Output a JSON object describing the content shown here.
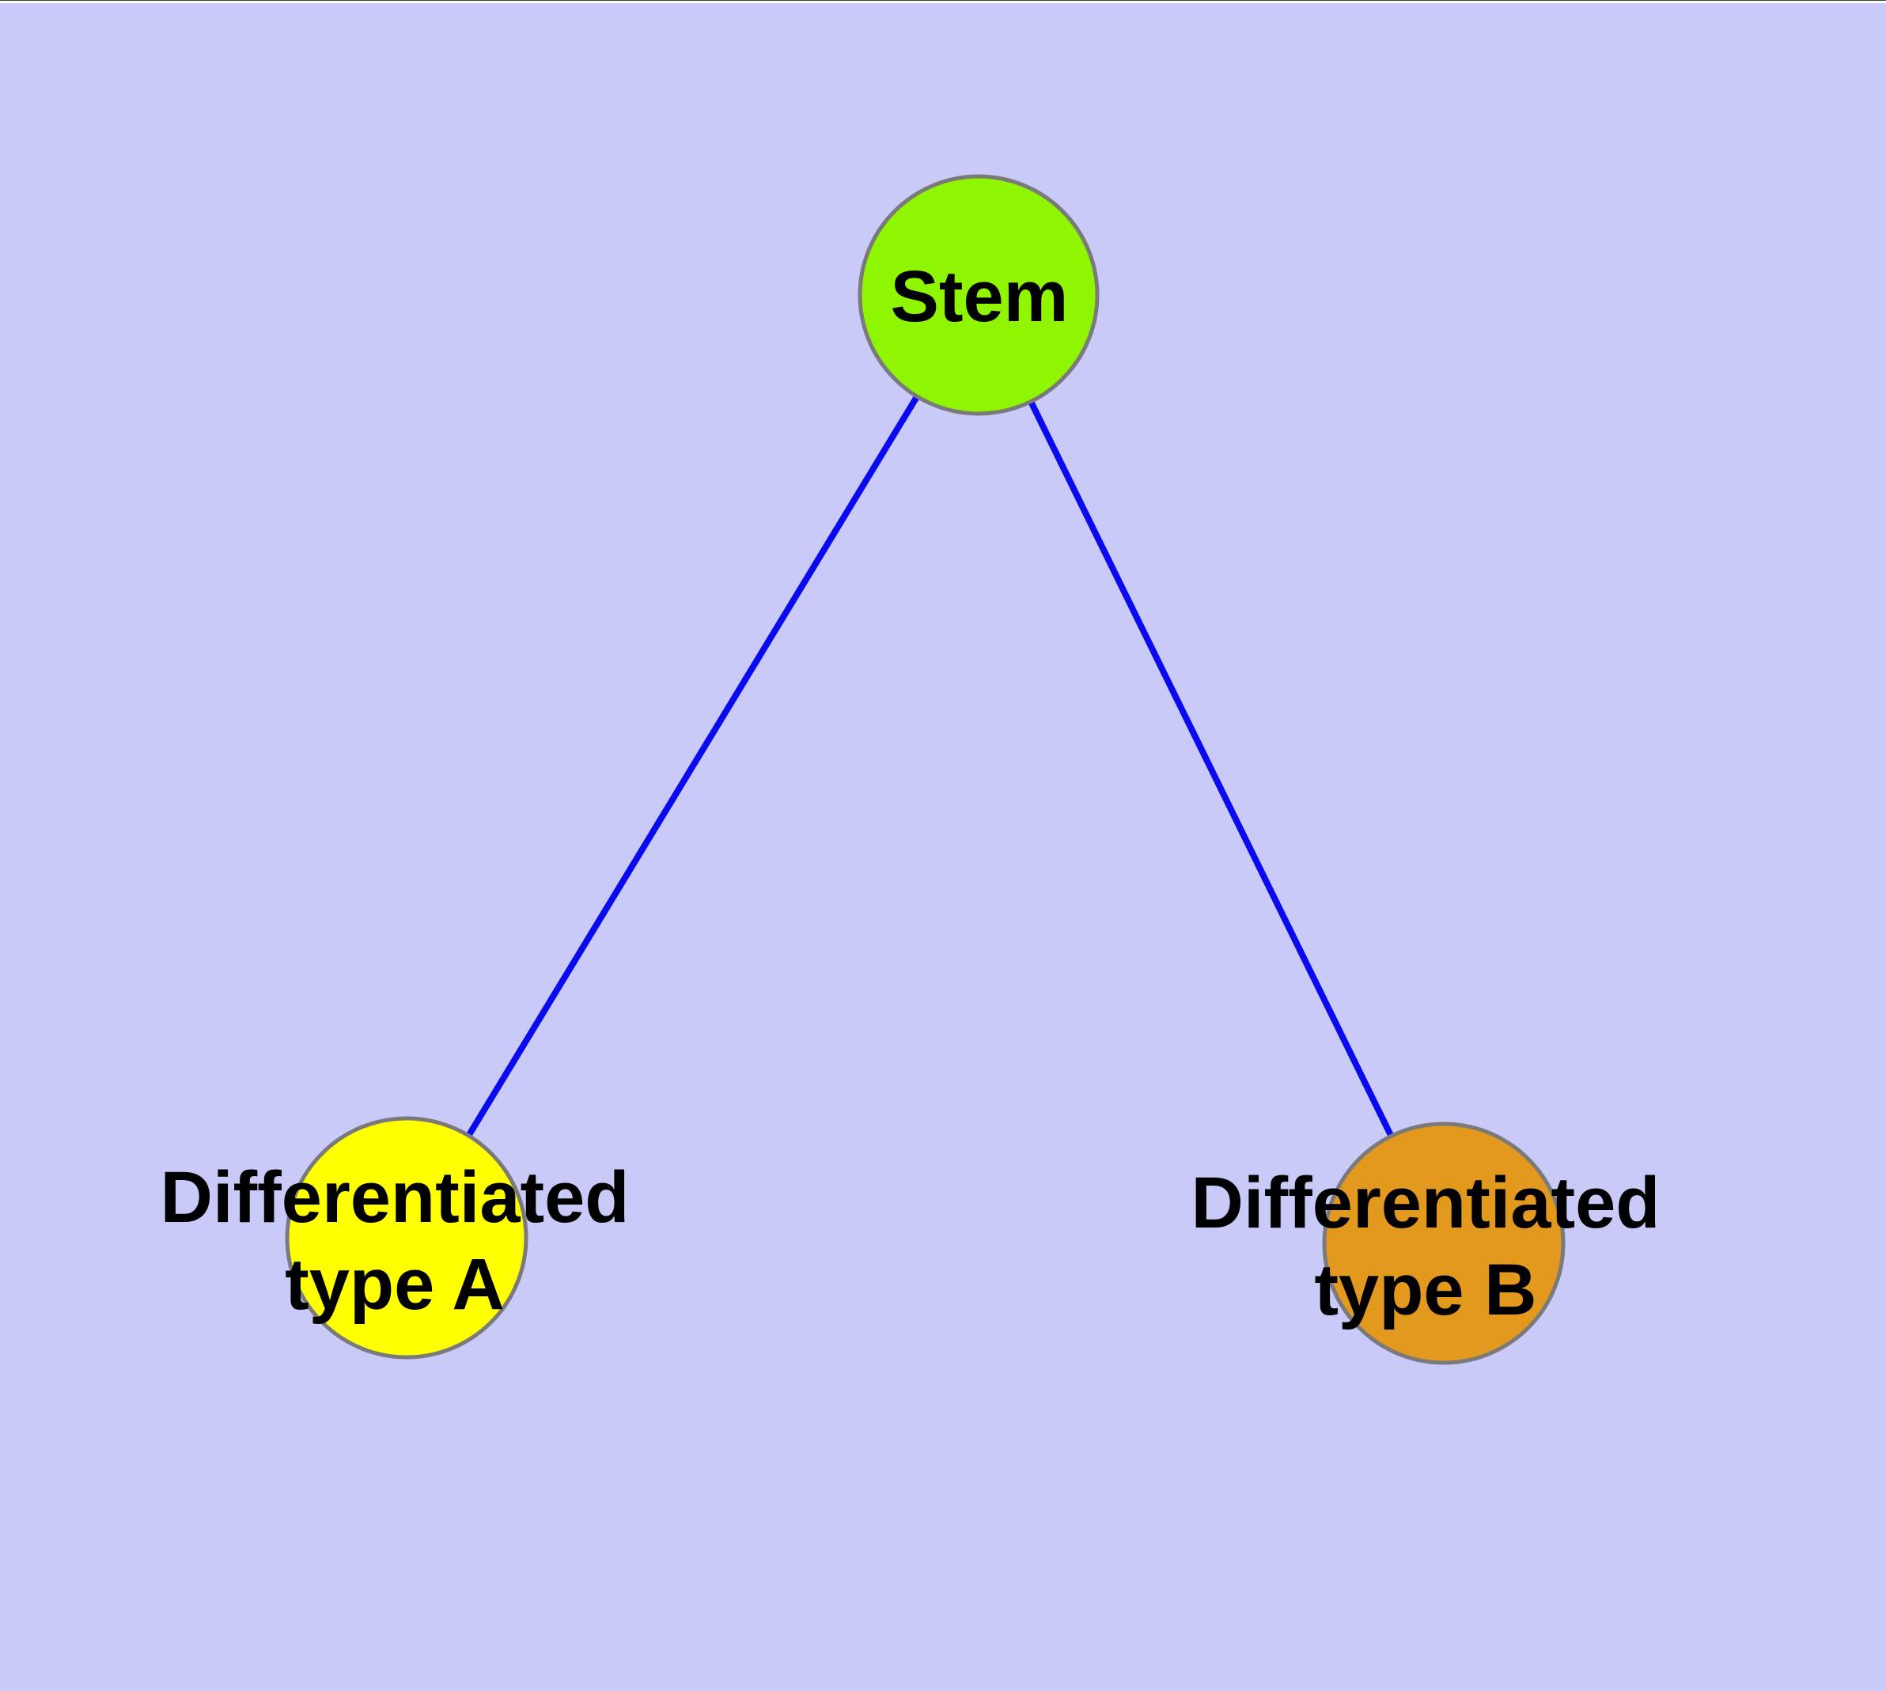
{
  "diagram": {
    "type": "graph",
    "background_color": "#CACAF9",
    "edge_color": "#0A0AF0",
    "node_border_color": "#7A7A7A",
    "label_color": "#000000",
    "nodes": [
      {
        "id": "stem",
        "label": "Stem",
        "fill": "#8FF500"
      },
      {
        "id": "diff-a",
        "label": "Differentiated\ntype A",
        "fill": "#FFFF00"
      },
      {
        "id": "diff-b",
        "label": "Differentiated\ntype B",
        "fill": "#E2991E"
      }
    ],
    "edges": [
      {
        "from": "Stem",
        "to": "Differentiated type A"
      },
      {
        "from": "Stem",
        "to": "Differentiated type B"
      }
    ]
  }
}
